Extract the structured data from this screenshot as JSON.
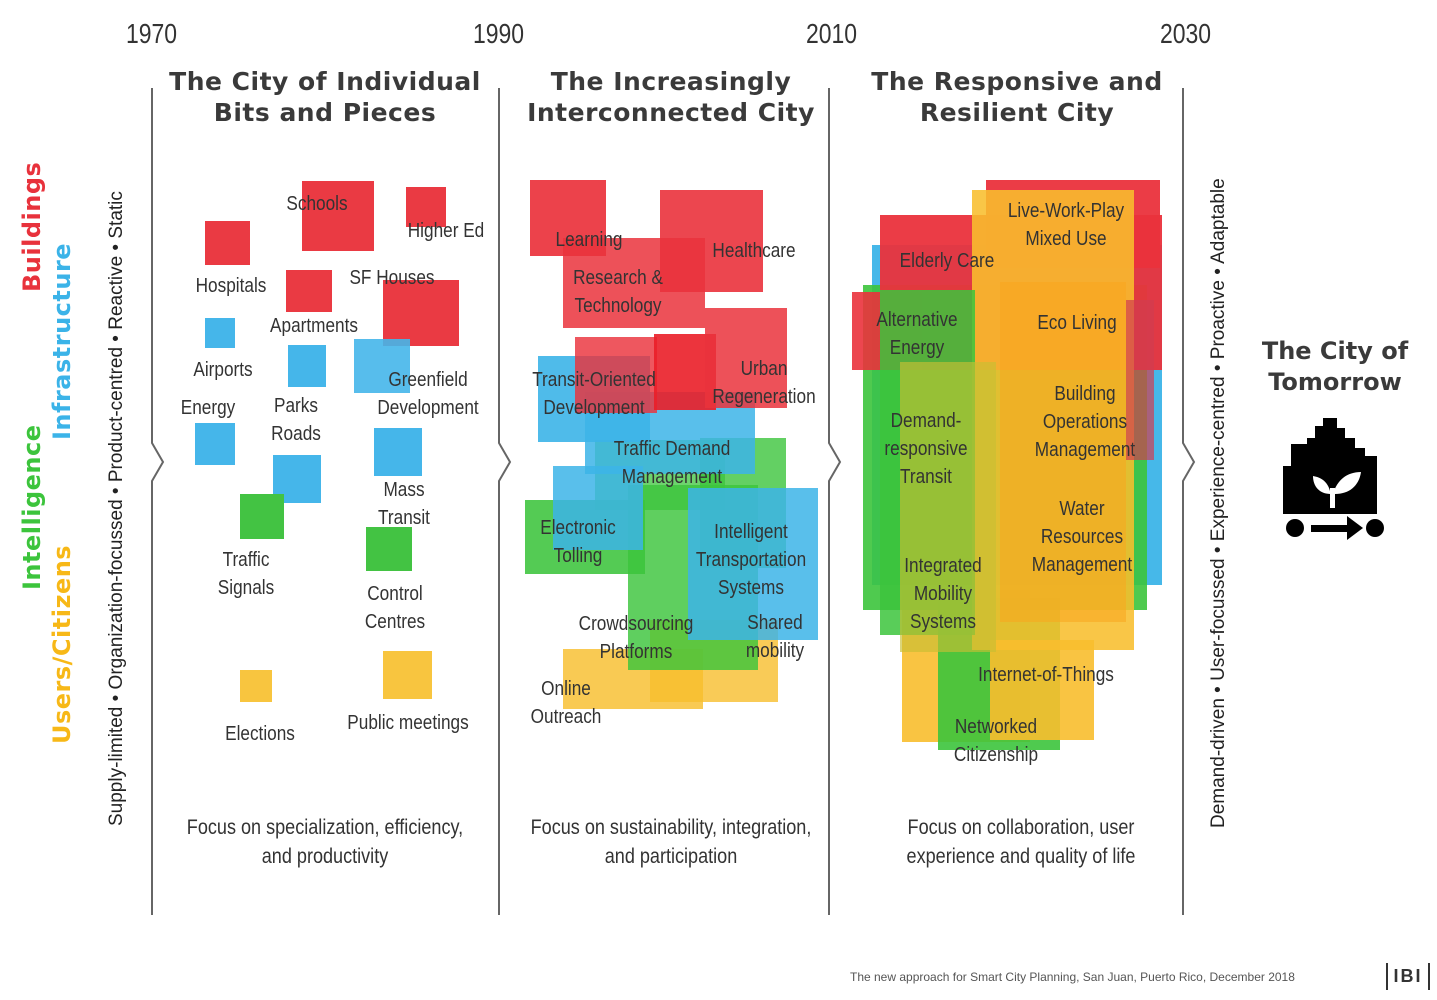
{
  "timeline": {
    "years": [
      "1970",
      "1990",
      "2010",
      "2030"
    ]
  },
  "categories": [
    {
      "label": "Buildings",
      "color": "#e8323c"
    },
    {
      "label": "Infrastructure",
      "color": "#3bb3e8"
    },
    {
      "label": "Intelligence",
      "color": "#3cc43c"
    },
    {
      "label": "Users/Citizens",
      "color": "#f7b817"
    }
  ],
  "left_axis": "Supply-limited • Organization-focussed • Product-centred • Reactive • Static",
  "right_axis": "Demand-driven • User-focussed • Experience-centred • Proactive • Adaptable",
  "eras": [
    {
      "title": "The City of Individual\nBits and Pieces",
      "focus": "Focus on specialization,  efficiency,\nand productivity",
      "labels": [
        "Schools",
        "Higher Ed",
        "Hospitals",
        "SF Houses",
        "Apartments",
        "Airports",
        "Energy",
        "Parks\nRoads",
        "Greenfield\nDevelopment",
        "Mass\nTransit",
        "Traffic\nSignals",
        "Control\nCentres",
        "Elections",
        "Public meetings"
      ]
    },
    {
      "title": "The Increasingly\nInterconnected City",
      "focus": "Focus on sustainability,  integration,\nand participation",
      "labels": [
        "Learning",
        "Healthcare",
        "Research &\nTechnology",
        "Transit-Oriented\nDevelopment",
        "Urban\nRegeneration",
        "Traffic Demand\nManagement",
        "Electronic\nTolling",
        "Intelligent\nTransportation\nSystems",
        "Crowdsourcing\nPlatforms",
        "Shared\nmobility",
        "Online\nOutreach"
      ]
    },
    {
      "title": "The Responsive and\nResilient City",
      "focus": "Focus on collaboration,  user\nexperience  and quality  of life",
      "labels": [
        "Live-Work-Play\nMixed Use",
        "Elderly Care",
        "Alternative\nEnergy",
        "Eco Living",
        "Building\nOperations\nManagement",
        "Demand-\nresponsive\nTransit",
        "Water\nResources\nManagement",
        "Integrated\nMobility\nSystems",
        "Internet-of-Things",
        "Networked\nCitizenship"
      ]
    }
  ],
  "tomorrow": {
    "title": "The City of\nTomorrow",
    "icon": "city-sprout-arrow-icon"
  },
  "footer": {
    "note": "The new approach for Smart City Planning, San Juan, Puerto Rico, December 2018",
    "logo": "IBI"
  }
}
